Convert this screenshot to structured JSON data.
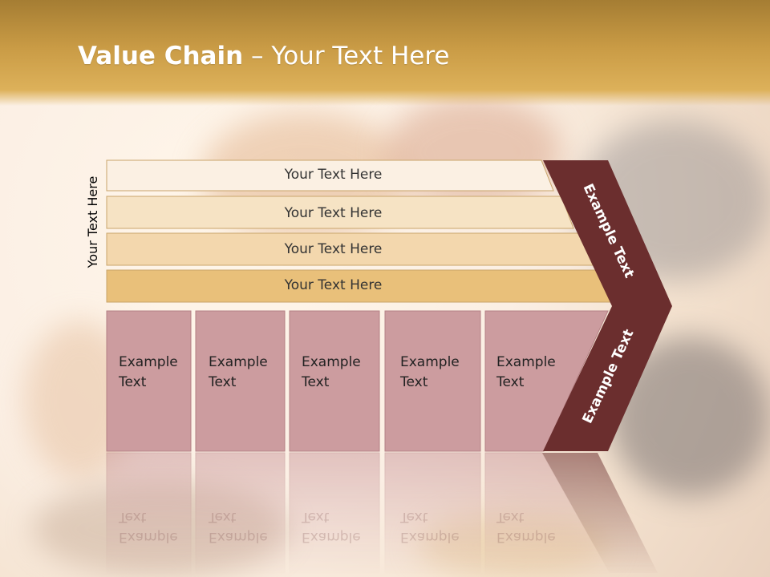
{
  "slide": {
    "title_bold": "Value Chain",
    "title_rest": " – Your Text Here",
    "side_label": "Your Text Here"
  },
  "rows": [
    {
      "label": "Your Text Here",
      "fill": "#fbf0e3"
    },
    {
      "label": "Your Text Here",
      "fill": "#f6e3c4"
    },
    {
      "label": "Your Text Here",
      "fill": "#f3d7ad"
    },
    {
      "label": "Your Text Here",
      "fill": "#e9c07a"
    }
  ],
  "boxes": [
    {
      "label": "Example\nText"
    },
    {
      "label": "Example\nText"
    },
    {
      "label": "Example\nText"
    },
    {
      "label": "Example\nText"
    },
    {
      "label": "Example\nText"
    }
  ],
  "chevron": {
    "top_label": "Example Text",
    "bottom_label": "Example Text",
    "fill": "#6b2e2e"
  },
  "colors": {
    "box_fill": "#cc9c9f",
    "row_border": "#c9a56b"
  }
}
